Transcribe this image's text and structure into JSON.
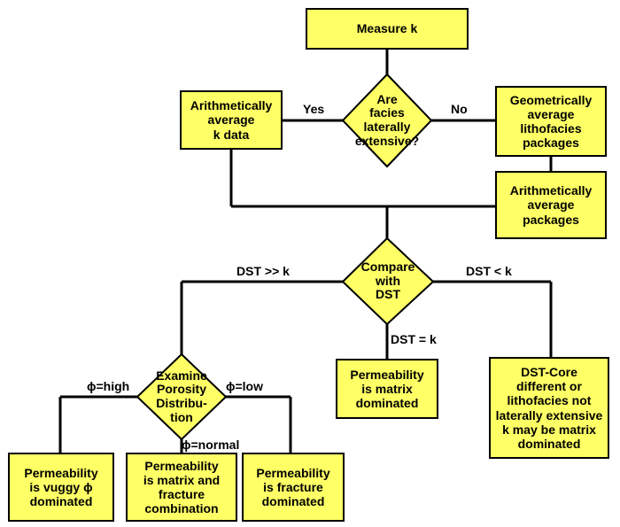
{
  "colors": {
    "box_fill": "#FFFF66",
    "stroke": "#000000",
    "background": "#FFFFFF"
  },
  "nodes": {
    "measure_k": "Measure k",
    "facies_question": "Are\nfacies\nlaterally\nextensive?",
    "arith_k_data": "Arithmetically\naverage\nk data",
    "geom_lithofacies": "Geometrically\naverage\nlithofacies\npackages",
    "arith_packages": "Arithmetically\naverage\npackages",
    "compare_dst": "Compare\nwith\nDST",
    "perm_matrix": "Permeability\nis matrix\ndominated",
    "dst_core": "DST-Core\ndifferent or\nlithofacies not\nlaterally extensive\nk may be matrix\ndominated",
    "examine_porosity": "Examine\nPorosity\nDistribu-\ntion",
    "perm_vuggy": "Permeability\nis vuggy ϕ\ndominated",
    "perm_matrix_fracture": "Permeability\nis matrix and\nfracture\ncombination",
    "perm_fracture": "Permeability\nis fracture\ndominated"
  },
  "edges": {
    "yes": "Yes",
    "no": "No",
    "dst_gg_k": "DST >> k",
    "dst_lt_k": "DST < k",
    "dst_eq_k": "DST = k",
    "phi_high": "ϕ=high",
    "phi_low": "ϕ=low",
    "phi_normal": "ϕ=normal"
  }
}
